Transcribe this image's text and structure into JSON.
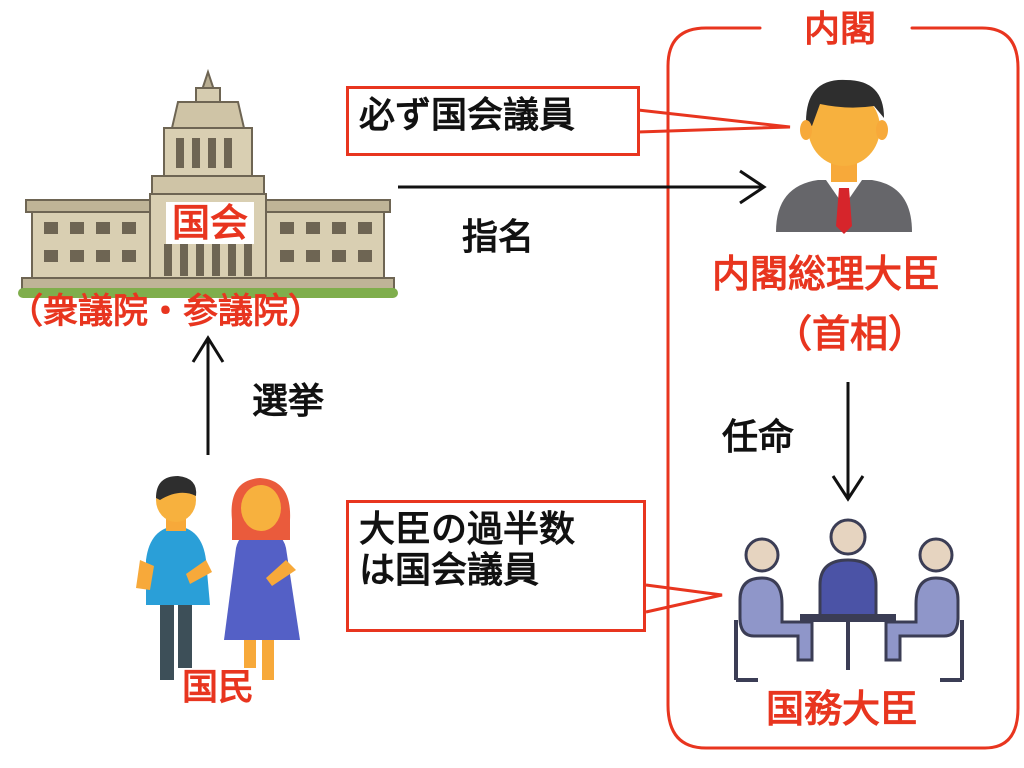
{
  "cabinet": {
    "title": "内閣"
  },
  "diet": {
    "name": "国会",
    "houses": "（衆議院・参議院）"
  },
  "prime_minister": {
    "title": "内閣総理大臣",
    "subtitle": "（首相）"
  },
  "ministers": {
    "title": "国務大臣"
  },
  "citizens": {
    "label": "国民"
  },
  "arrows": {
    "nominate": "指名",
    "elect": "選挙",
    "appoint": "任命"
  },
  "callouts": {
    "pm_requirement": "必ず国会議員",
    "minister_requirement_line1": "大臣の過半数",
    "minister_requirement_line2": "は国会議員"
  },
  "colors": {
    "accent_red": "#e8351f",
    "text": "#111111"
  }
}
